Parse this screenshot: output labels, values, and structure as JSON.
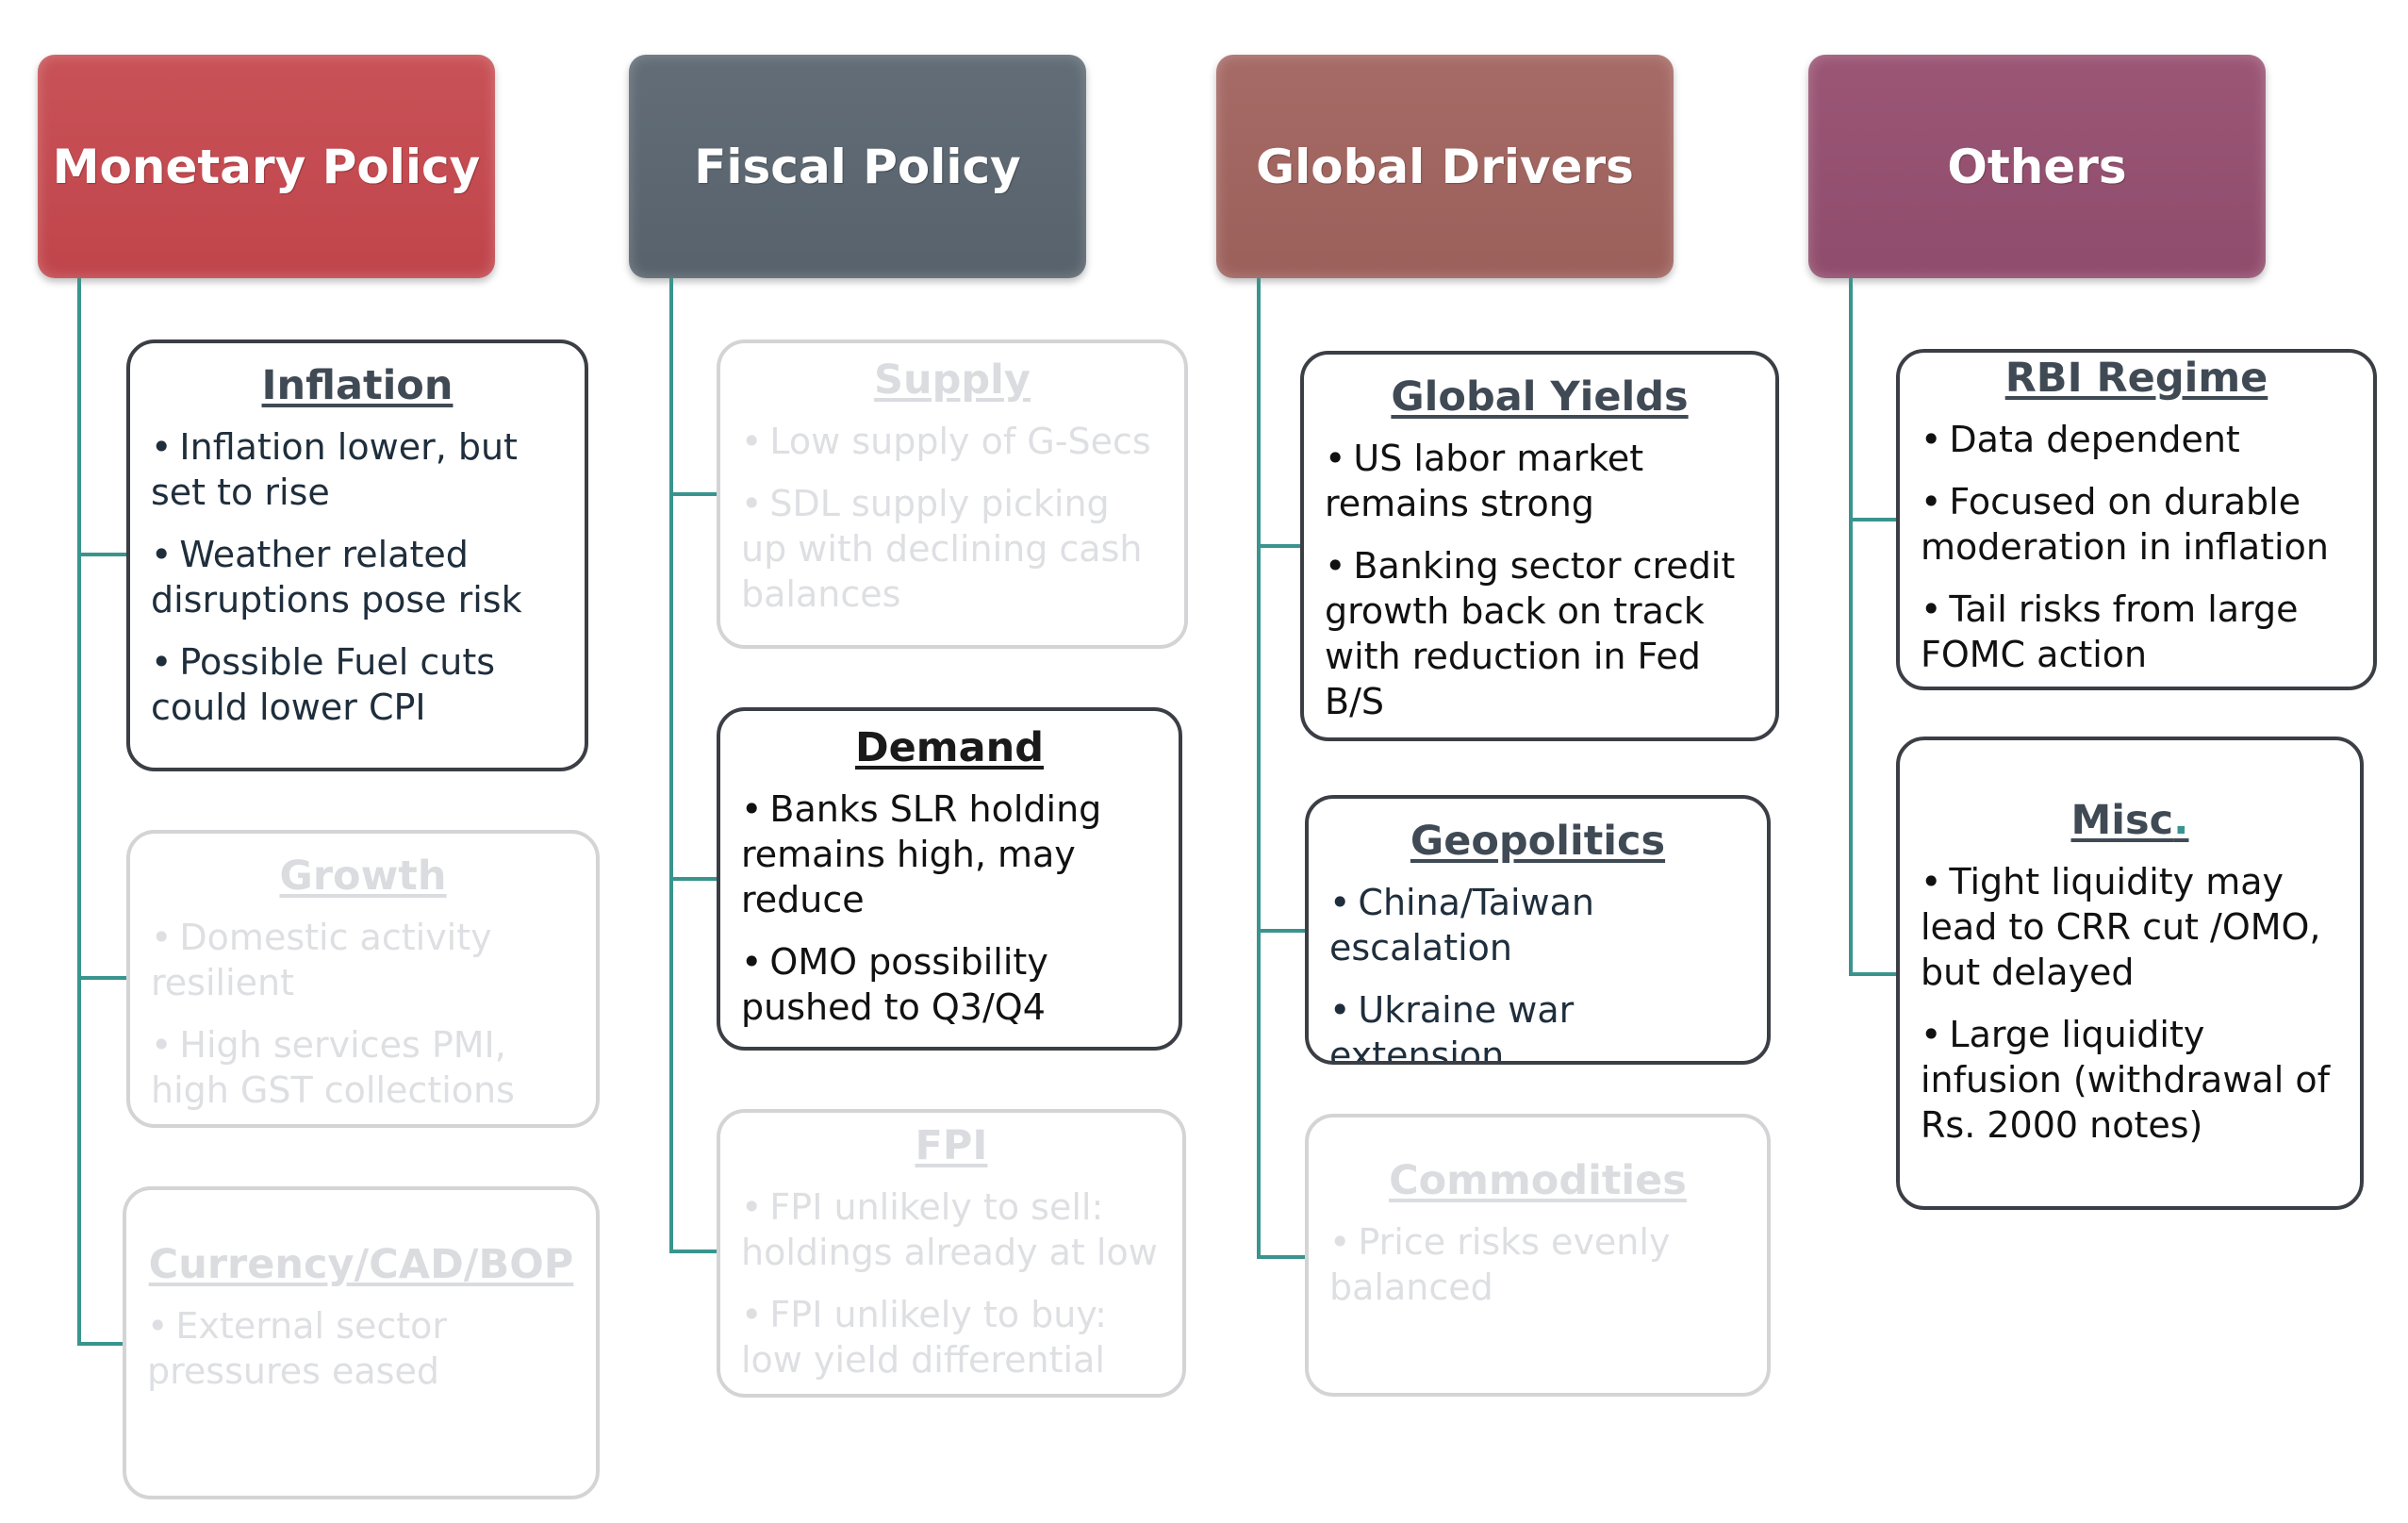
{
  "columns": [
    {
      "header": "Monetary Policy",
      "color": "#c64a50",
      "boxes": [
        {
          "title": "Inflation",
          "state": "active",
          "items": [
            "Inflation lower, but set to rise",
            "Weather related disruptions pose risk",
            "Possible Fuel cuts could lower CPI"
          ]
        },
        {
          "title": "Growth",
          "state": "faded",
          "items": [
            "Domestic activity resilient",
            "High services PMI, high GST collections"
          ]
        },
        {
          "title": "Currency/CAD/BOP",
          "state": "faded",
          "items": [
            "External sector pressures eased"
          ]
        }
      ]
    },
    {
      "header": "Fiscal Policy",
      "color": "#5b6670",
      "boxes": [
        {
          "title": "Supply",
          "state": "faded",
          "items": [
            "Low supply of G-Secs",
            "SDL supply picking up with declining cash balances"
          ]
        },
        {
          "title": "Demand",
          "state": "active",
          "items": [
            "Banks SLR holding remains high, may reduce",
            "OMO possibility pushed to Q3/Q4"
          ]
        },
        {
          "title": "FPI",
          "state": "faded",
          "items": [
            "FPI unlikely to sell: holdings already at low",
            "FPI unlikely to buy:  low yield differential"
          ]
        }
      ]
    },
    {
      "header": "Global Drivers",
      "color": "#a06460",
      "boxes": [
        {
          "title": "Global Yields",
          "state": "active",
          "items": [
            "US labor market remains strong",
            "Banking sector credit growth back on track with reduction in Fed B/S"
          ]
        },
        {
          "title": "Geopolitics",
          "state": "active",
          "items": [
            "China/Taiwan escalation",
            "Ukraine war extension"
          ]
        },
        {
          "title": "Commodities",
          "state": "faded",
          "items": [
            "Price risks evenly balanced"
          ]
        }
      ]
    },
    {
      "header": "Others",
      "color": "#955070",
      "boxes": [
        {
          "title": "RBI Regime",
          "state": "active",
          "items": [
            "Data dependent",
            "Focused on durable moderation in inflation",
            "Tail risks from large FOMC action"
          ]
        },
        {
          "title": "Misc",
          "title_suffix": ".",
          "state": "active",
          "items": [
            "Tight liquidity may lead to CRR cut /OMO, but delayed",
            "Large liquidity infusion (withdrawal of Rs. 2000 notes)"
          ]
        }
      ]
    }
  ],
  "bullet": "•",
  "connector_color": "#3a948e"
}
